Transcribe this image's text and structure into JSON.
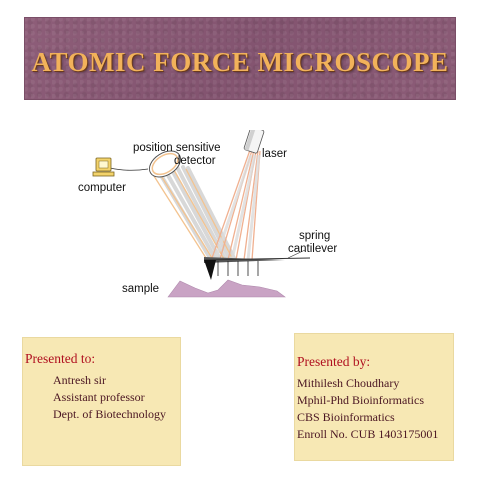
{
  "title": "ATOMIC FORCE MICROSCOPE",
  "diagram": {
    "labels": {
      "psd": "position sensitive",
      "psd2": "detector",
      "computer": "computer",
      "laser": "laser",
      "spring": "spring",
      "cantilever": "cantilever",
      "sample": "sample"
    },
    "colors": {
      "sample": "#c9a3c4",
      "laser_beam": "#f0b090",
      "computer": "#f3d36b"
    }
  },
  "presented_to": {
    "heading": "Presented to:",
    "lines": [
      "Antresh sir",
      "Assistant professor",
      "Dept. of Biotechnology"
    ]
  },
  "presented_by": {
    "heading": "Presented by:",
    "lines": [
      "Mithilesh Choudhary",
      "Mphil-Phd Bioinformatics",
      "CBS Bioinformatics",
      "Enroll No. CUB 1403175001"
    ]
  }
}
